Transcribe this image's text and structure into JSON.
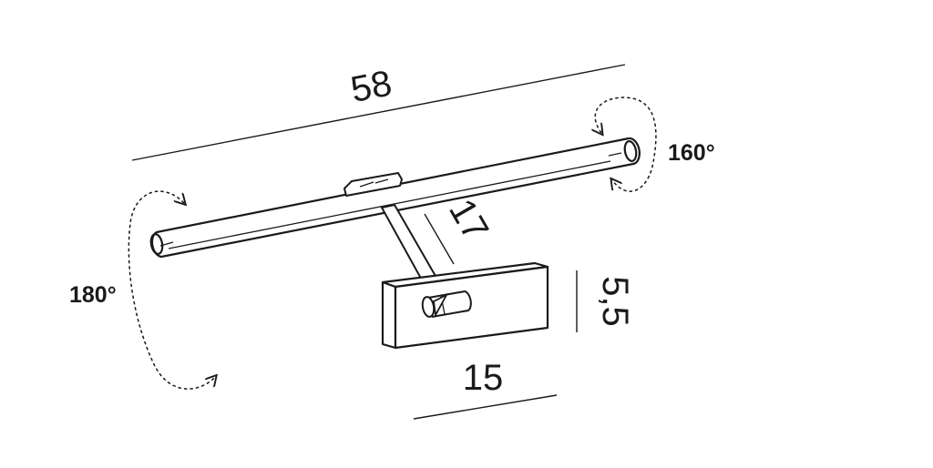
{
  "dimensions": {
    "arm_length": "58",
    "bracket_arm": "17",
    "base_height": "5,5",
    "base_width": "15"
  },
  "rotations": {
    "right_angle": "160°",
    "left_angle": "180°"
  },
  "colors": {
    "line": "#1a1a1a",
    "background": "#ffffff"
  }
}
